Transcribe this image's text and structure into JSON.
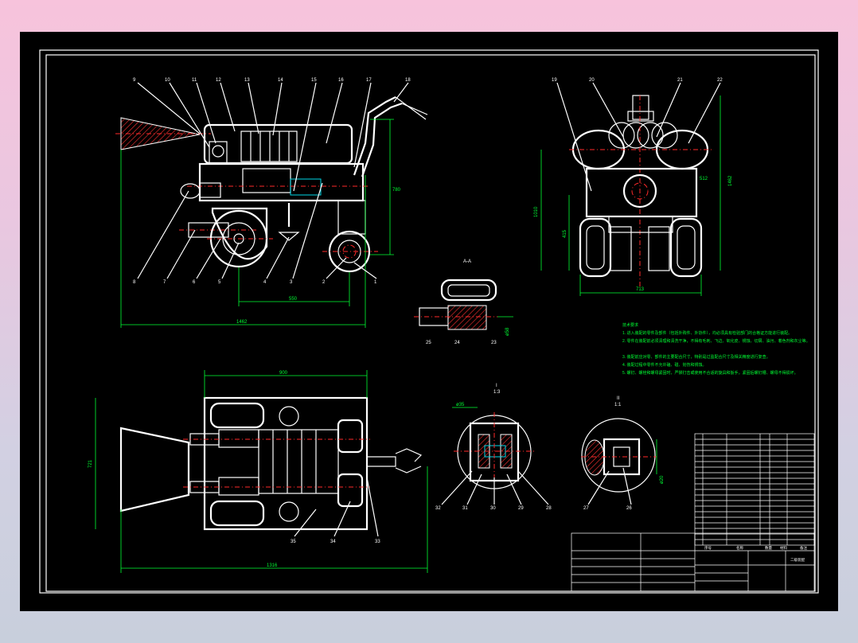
{
  "drawing": {
    "section_labels": {
      "aa": "A-A",
      "detail_i": "I",
      "detail_i_scale": "1:3",
      "detail_ii": "II",
      "detail_ii_scale": "1:1"
    },
    "side_view_dims": {
      "length": "1462",
      "height": "780",
      "wheelbase": "550"
    },
    "front_view_dims": {
      "width": "713",
      "height": "1010",
      "dim_a": "512",
      "dim_b": "415",
      "dim_c": "1462"
    },
    "top_view_dims": {
      "top_width": "900",
      "depth": "721",
      "total_length": "1316"
    },
    "part_numbers_side_top": [
      "9",
      "10",
      "11",
      "12",
      "13",
      "14",
      "15",
      "16",
      "17",
      "18"
    ],
    "part_numbers_side_bottom": [
      "8",
      "7",
      "6",
      "5",
      "4",
      "3",
      "2",
      "1"
    ],
    "part_numbers_front_top": [
      "19",
      "20",
      "21",
      "22"
    ],
    "part_numbers_aa": [
      "25",
      "24",
      "23"
    ],
    "part_numbers_detail_i": [
      "32",
      "31",
      "30",
      "29",
      "28"
    ],
    "part_numbers_detail_ii": [
      "27",
      "26"
    ],
    "part_numbers_top_view": [
      "35",
      "34",
      "33"
    ],
    "tech_notes_title": "技术要求",
    "tech_notes": [
      "1. 进入装配的零件及部件（包括外购件、外协件），均必须具有检验部门的合格证方能进行装配。",
      "2. 零件在装配前必须清理和清洗干净，不得有毛刺、飞边、氧化皮、锈蚀、切屑、油污、着色剂和灰尘等。",
      "3. 装配前应对零、部件的主要配合尺寸，特别是过盈配合尺寸及相关精度进行复查。",
      "4. 装配过程中零件不允许磕、碰、划伤和锈蚀。",
      "5. 螺钉、螺栓和螺母紧固时，严禁打击或使用不合适的旋具和扳手，紧固后螺钉槽、螺母不得损坏。"
    ],
    "title_block": {
      "drawing_name": "二级装配",
      "col_headers": [
        "序号",
        "名称",
        "数量",
        "材料",
        "备注"
      ]
    }
  }
}
